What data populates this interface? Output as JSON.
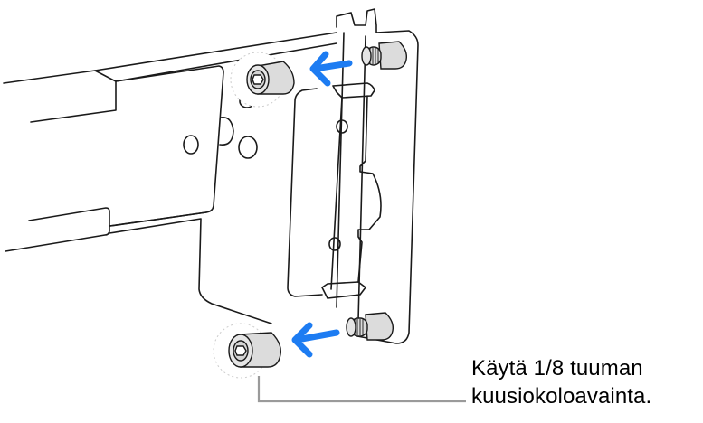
{
  "figure": {
    "description": "Rack rail bracket with screws being moved to new position",
    "stroke_color": "#1a1a1a",
    "screw_fill": "#dcdcdc",
    "arrow_color": "#1d7cf2",
    "callout_line_color": "#9a9a9a"
  },
  "callout": {
    "line1": "Käytä 1/8 tuuman",
    "line2": "kuusiokoloavainta."
  },
  "arrows": [
    {
      "name": "top-arrow",
      "direction": "left"
    },
    {
      "name": "bottom-arrow",
      "direction": "left"
    }
  ],
  "screws": [
    {
      "name": "top-screw-source",
      "type": "threaded"
    },
    {
      "name": "top-screw-target",
      "type": "hex-socket"
    },
    {
      "name": "bottom-screw-source",
      "type": "threaded"
    },
    {
      "name": "bottom-screw-target",
      "type": "hex-socket"
    }
  ]
}
